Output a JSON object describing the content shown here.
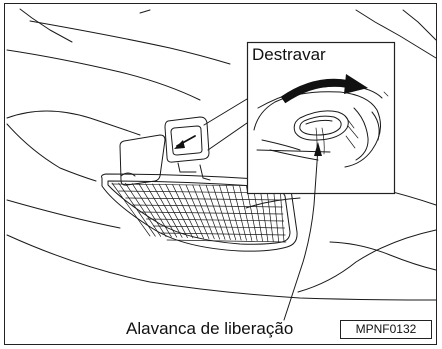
{
  "callout": {
    "title": "Destravar"
  },
  "labels": {
    "release_lever": "Alavanca de liberação"
  },
  "figure_code": "MPNF0132"
}
